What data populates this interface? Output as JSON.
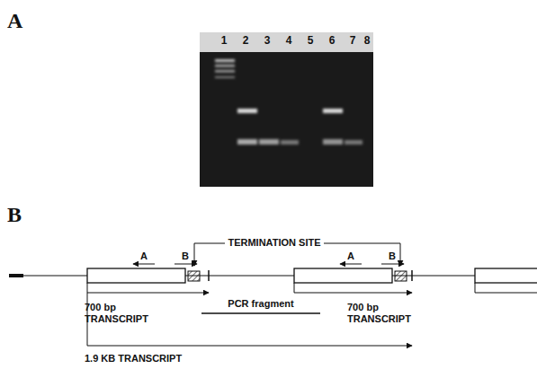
{
  "diagram": {
    "labels": [
      "A",
      "1",
      "2",
      "3",
      "4",
      "5",
      "6",
      "7",
      "8",
      "B",
      "TERMINATION SITE",
      "A",
      "B",
      "A",
      "B",
      "PCR fragment",
      "700 bp TRANSCRIPT",
      "700 bp TRANSCRIPT",
      "1.9 KB TRANSCRIPT"
    ]
  }
}
